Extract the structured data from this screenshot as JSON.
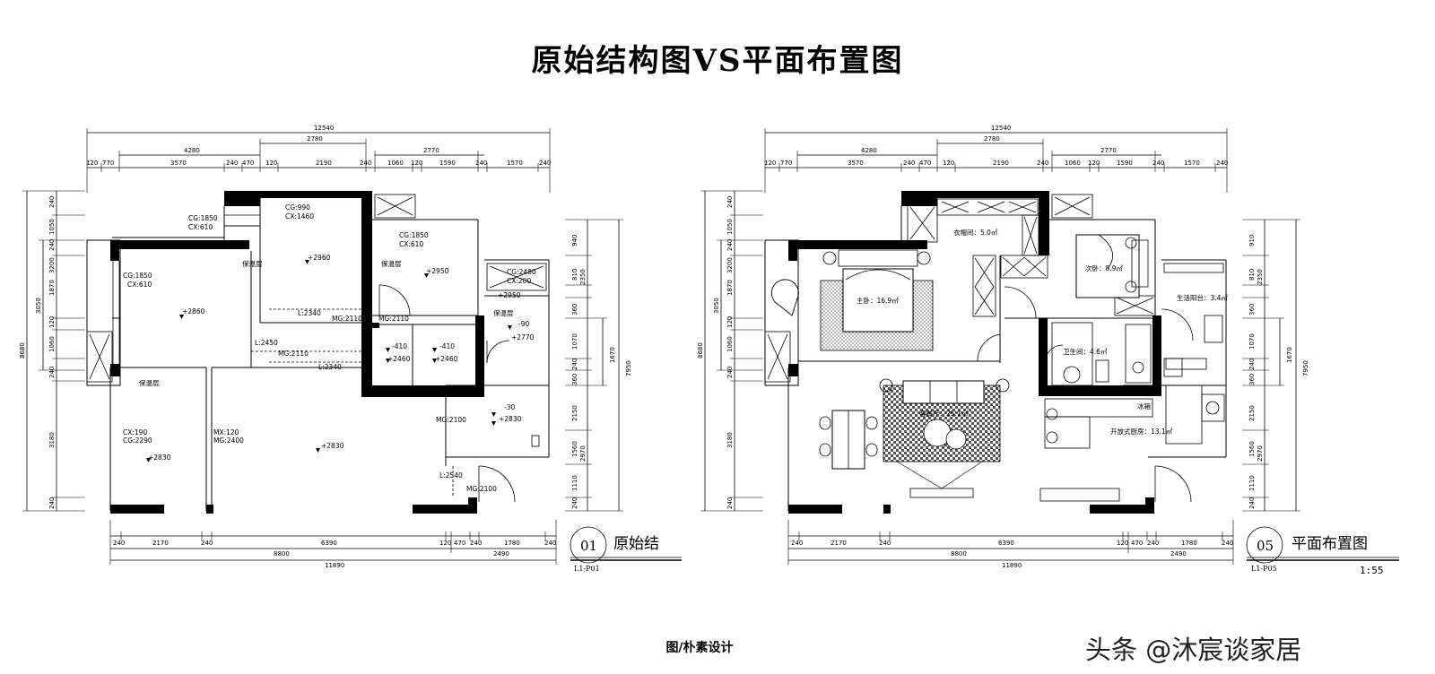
{
  "title": "原始结构图VS平面布置图",
  "credit": "图/朴素设计",
  "watermark": "头条 @沐宸谈家居",
  "scale": "1:55",
  "plans": [
    {
      "number": "01",
      "name": "原始结",
      "code": "L1-P01",
      "top_dims": [
        "12540",
        "4280",
        "2780",
        "2770",
        "120",
        "770",
        "3570",
        "240",
        "470",
        "120",
        "2190",
        "240",
        "1060",
        "120",
        "1590",
        "240",
        "1570",
        "240"
      ],
      "bottom_dims": [
        "240",
        "2170",
        "240",
        "6390",
        "120",
        "470",
        "240",
        "1780",
        "240",
        "8800",
        "2490",
        "11890"
      ],
      "left_dims": [
        "8680",
        "3050",
        "3200",
        "240",
        "1050",
        "240",
        "1870",
        "120",
        "1060",
        "240",
        "3180",
        "240"
      ],
      "right_dims": [
        "7950",
        "2350",
        "1670",
        "940",
        "810",
        "360",
        "1070",
        "240",
        "360",
        "2150",
        "1560",
        "2970",
        "1110",
        "240"
      ],
      "labels": [
        "CG:1850",
        "CX:610",
        "CG:990",
        "CX:1460",
        "CG:1850",
        "CX:610",
        "CG:1850",
        "CX:610",
        "CG:2480",
        "CX:200",
        "+2860",
        "+2960",
        "+2950",
        "+2950",
        "-90",
        "+2770",
        "-410",
        "+2460",
        "-410",
        "+2460",
        "-30",
        "+2830",
        "+2830",
        "+2830",
        "L:2450",
        "MG:2110",
        "L:2340",
        "MG:2110",
        "L:2340",
        "MG:2110",
        "MG:2100",
        "L:2540",
        "MG:2100",
        "CX:190",
        "CG:2290",
        "MX:120",
        "MG:2400",
        "保温层",
        "保温层",
        "保温层",
        "保温层"
      ]
    },
    {
      "number": "05",
      "name": "平面布置图",
      "code": "L1-P05",
      "top_dims": [
        "12540",
        "4280",
        "2780",
        "2770",
        "120",
        "770",
        "3570",
        "240",
        "470",
        "120",
        "2190",
        "240",
        "1060",
        "120",
        "1590",
        "240",
        "1570",
        "240"
      ],
      "bottom_dims": [
        "240",
        "2170",
        "240",
        "6390",
        "120",
        "470",
        "240",
        "1780",
        "240",
        "8800",
        "2490",
        "11890"
      ],
      "left_dims": [
        "8680",
        "3050",
        "3200",
        "240",
        "1050",
        "240",
        "1870",
        "120",
        "1060",
        "240",
        "3180",
        "240"
      ],
      "right_dims": [
        "7950",
        "2350",
        "1670",
        "910",
        "810",
        "360",
        "1070",
        "240",
        "360",
        "2150",
        "1560",
        "2970",
        "1110",
        "240"
      ],
      "rooms": [
        "衣帽间：5.0㎡",
        "次卧：8.9㎡",
        "主卧：16.9㎡",
        "生活阳台：3.4㎡",
        "卫生间：4.6㎡",
        "客餐厅：25.1㎡",
        "开放式厨房：13.1㎡",
        "冰箱"
      ]
    }
  ]
}
